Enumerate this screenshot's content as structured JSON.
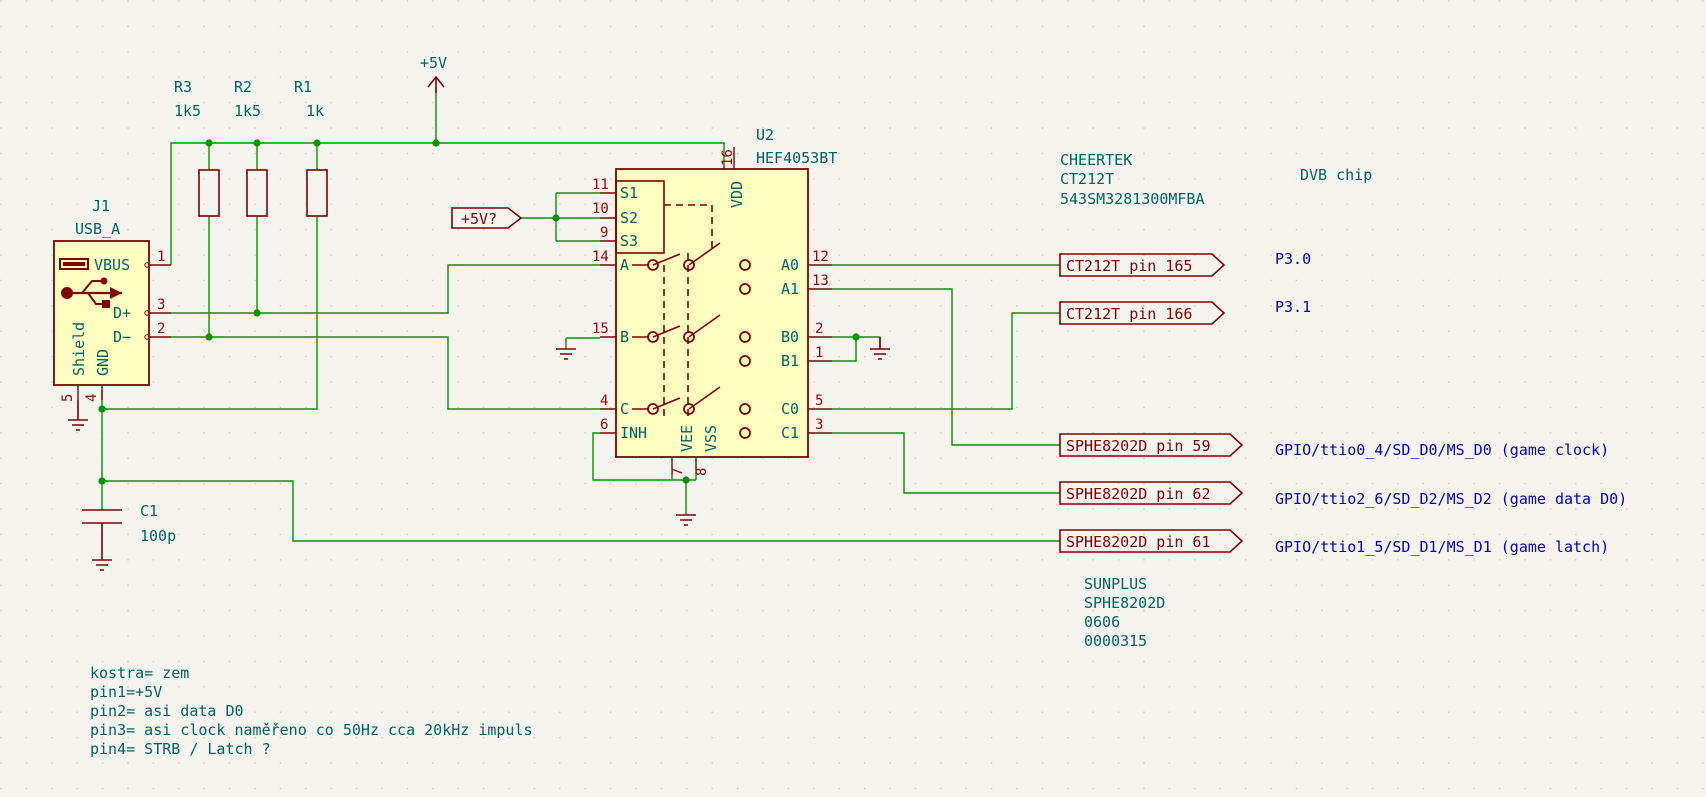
{
  "power": {
    "vcc_top": "+5V",
    "vcc_flag": "+5V?"
  },
  "resistors": [
    {
      "ref": "R3",
      "value": "1k5"
    },
    {
      "ref": "R2",
      "value": "1k5"
    },
    {
      "ref": "R1",
      "value": "1k"
    }
  ],
  "connector": {
    "ref": "J1",
    "value": "USB_A",
    "pins": {
      "vbus": "VBUS",
      "dplus": "D+",
      "dminus": "D−",
      "shield": "Shield",
      "gnd": "GND"
    },
    "numbers": {
      "p1": "1",
      "p2": "2",
      "p3": "3",
      "p4": "4",
      "p5": "5"
    }
  },
  "capacitor": {
    "ref": "C1",
    "value": "100p"
  },
  "ic": {
    "ref": "U2",
    "value": "HEF4053BT",
    "pins": {
      "s1": "S1",
      "s2": "S2",
      "s3": "S3",
      "a": "A",
      "b": "B",
      "c": "C",
      "inh": "INH",
      "vdd": "VDD",
      "vee": "VEE",
      "vss": "VSS",
      "a0": "A0",
      "a1": "A1",
      "b0": "B0",
      "b1": "B1",
      "c0": "C0",
      "c1": "C1"
    },
    "numbers": {
      "n16": "16",
      "n11": "11",
      "n10": "10",
      "n9": "9",
      "n14": "14",
      "n15": "15",
      "n4": "4",
      "n6": "6",
      "n7": "7",
      "n8": "8",
      "n12": "12",
      "n13": "13",
      "n2": "2",
      "n1": "1",
      "n5": "5",
      "n3": "3"
    }
  },
  "global_labels": [
    {
      "text": "CT212T pin 165",
      "note": "P3.0"
    },
    {
      "text": "CT212T pin 166",
      "note": "P3.1"
    },
    {
      "text": "SPHE8202D pin 59",
      "note": "GPIO/ttio0_4/SD_D0/MS_D0  (game clock)"
    },
    {
      "text": "SPHE8202D pin 62",
      "note": "GPIO/ttio2_6/SD_D2/MS_D2 (game data D0)"
    },
    {
      "text": "SPHE8202D pin 61",
      "note": "GPIO/ttio1_5/SD_D1/MS_D1 (game latch)"
    }
  ],
  "cheertek_block": {
    "lines": [
      "CHEERTEK",
      "CT212T",
      "543SM3281300MFBA"
    ],
    "side_note": "DVB chip"
  },
  "sunplus_block": {
    "lines": [
      "SUNPLUS",
      "SPHE8202D",
      "0606",
      "0000315"
    ]
  },
  "notes": [
    "kostra= zem",
    "pin1=+5V",
    "pin2= asi data D0",
    "pin3= asi clock naměřeno co 50Hz cca 20kHz impuls",
    "pin4= STRB / Latch ?"
  ],
  "colors": {
    "background": "#f5f4ef",
    "wire": "#009600",
    "component": "#840000",
    "body_fill": "#ffffc2",
    "text": "#006464",
    "pin_number": "#a90000",
    "note_blue": "#0000c4"
  }
}
